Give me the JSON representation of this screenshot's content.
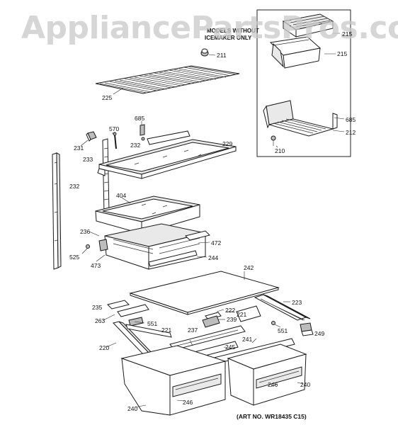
{
  "watermark": "AppliancePartsPros.com",
  "inset_note": [
    "MODELS WITHOUT",
    "ICEMAKER ONLY"
  ],
  "art_number": "(ART NO. WR18435 C15)",
  "part_labels": {
    "p211": "211",
    "p215a": "215",
    "p215b": "215",
    "p685a": "685",
    "p212": "212",
    "p210": "210",
    "p225": "225",
    "p685b": "685",
    "p570": "570",
    "p232a": "232",
    "p229": "229",
    "p231": "231",
    "p233": "233",
    "p232b": "232",
    "p404": "404",
    "p236": "236",
    "p472": "472",
    "p525": "525",
    "p473": "473",
    "p244": "244",
    "p242": "242",
    "p223": "223",
    "p235": "235",
    "p222": "222",
    "p221a": "221",
    "p263": "263",
    "p551a": "551",
    "p239": "239",
    "p221b": "221",
    "p237": "237",
    "p551b": "551",
    "p249": "249",
    "p241": "241",
    "p220": "220",
    "p245": "245",
    "p246a": "246",
    "p246b": "246",
    "p240a": "240",
    "p240b": "240"
  }
}
